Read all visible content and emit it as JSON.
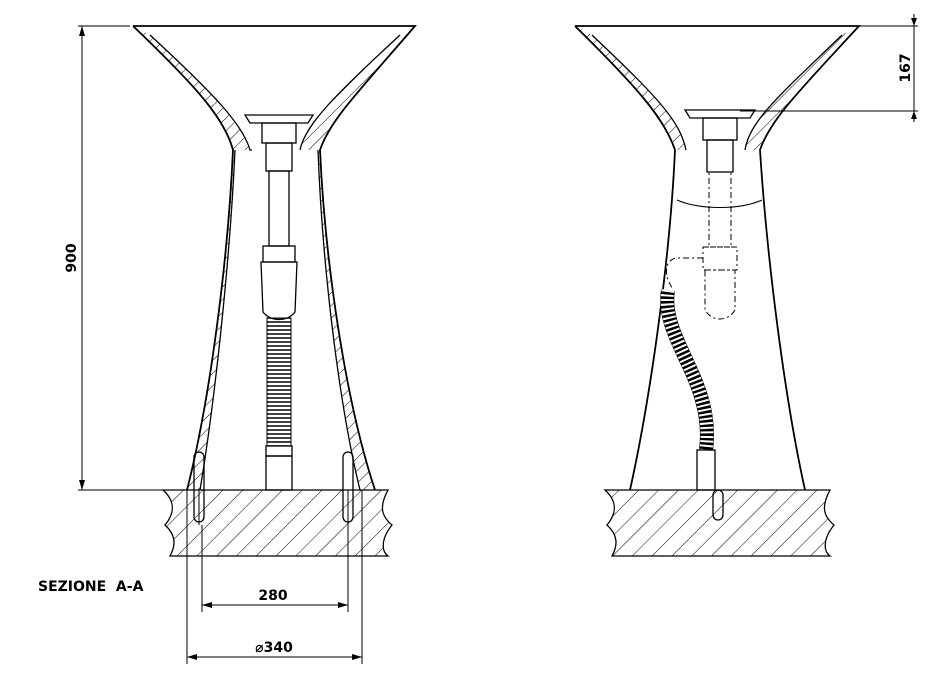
{
  "dimensions": {
    "height": "900",
    "bowl_depth": "167",
    "fixing_distance": "280",
    "base_diameter": "⌀340"
  },
  "section_label": "SEZIONE  A-A"
}
